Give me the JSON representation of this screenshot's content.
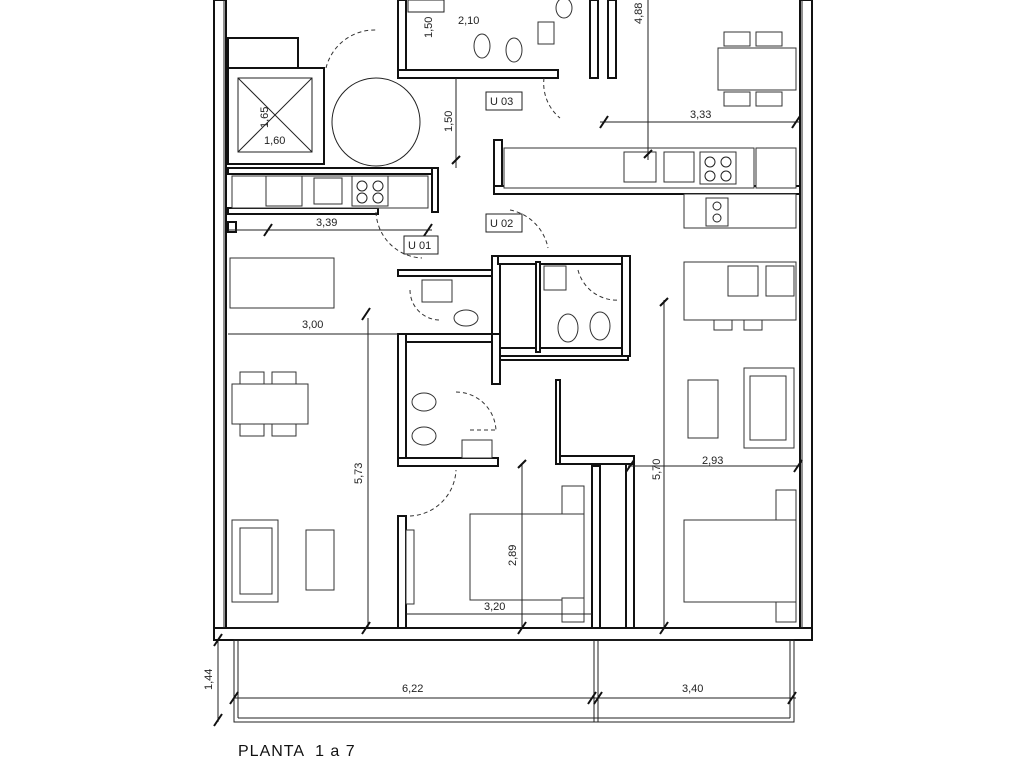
{
  "title": "PLANTA  1 a 7",
  "units": [
    "U 01",
    "U 02",
    "U 03"
  ],
  "dimensions": {
    "d_2_10": "2,10",
    "d_1_50_top": "1,50",
    "d_4_88": "4,88",
    "d_1_65": "1,65",
    "d_1_60": "1,60",
    "d_1_50_mid": "1,50",
    "d_3_33": "3,33",
    "d_3_39": "3,39",
    "d_3_00": "3,00",
    "d_5_73": "5,73",
    "d_5_70": "5,70",
    "d_2_93": "2,93",
    "d_2_89": "2,89",
    "d_3_20": "3,20",
    "d_1_44": "1,44",
    "d_6_22": "6,22",
    "d_3_40": "3,40"
  }
}
